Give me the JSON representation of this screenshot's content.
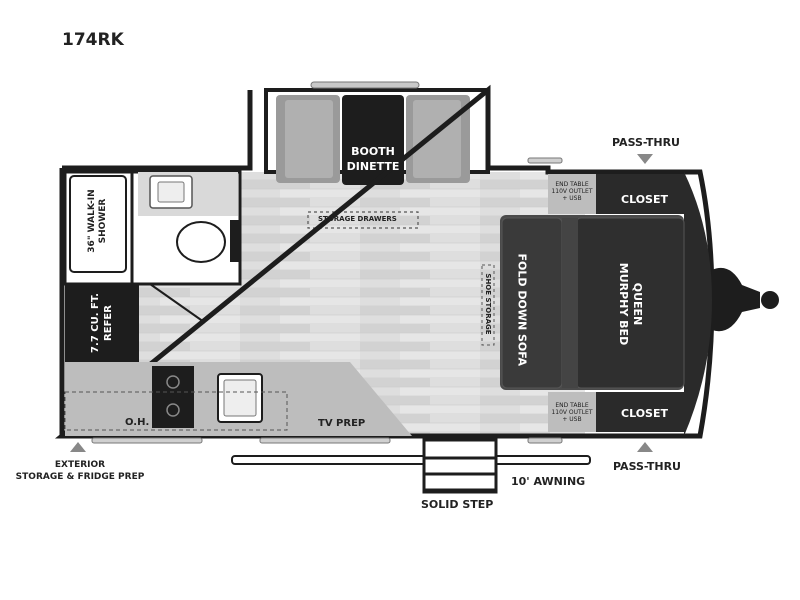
{
  "model": "174RK",
  "labels": {
    "booth_dinette_1": "BOOTH",
    "booth_dinette_2": "DINETTE",
    "storage_drawers": "STORAGE DRAWERS",
    "shower_1": "36\" WALK-IN",
    "shower_2": "SHOWER",
    "refer_1": "7.7 CU. FT.",
    "refer_2": "REFER",
    "shoe_storage": "SHOE STORAGE",
    "fold_down_sofa": "FOLD DOWN SOFA",
    "murphy_bed_1": "QUEEN",
    "murphy_bed_2": "MURPHY BED",
    "closet_top": "CLOSET",
    "closet_bottom": "CLOSET",
    "end_table_top_1": "END TABLE",
    "end_table_top_2": "110V OUTLET",
    "end_table_top_3": "+ USB",
    "end_table_bottom_1": "END TABLE",
    "end_table_bottom_2": "110V OUTLET",
    "end_table_bottom_3": "+ USB",
    "oh": "O.H.",
    "tv_prep": "TV PREP",
    "pass_thru_top": "PASS-THRU",
    "pass_thru_bottom": "PASS-THRU",
    "exterior_1": "EXTERIOR",
    "exterior_2": "STORAGE & FRIDGE PREP",
    "awning": "10' AWNING",
    "solid_step": "SOLID STEP"
  },
  "colors": {
    "wall": "#1d1d1d",
    "floor": "#d9d9d9",
    "sofa": "#4a4a4a",
    "bed": "#3d3d3d",
    "counter": "#bdbdbd"
  }
}
